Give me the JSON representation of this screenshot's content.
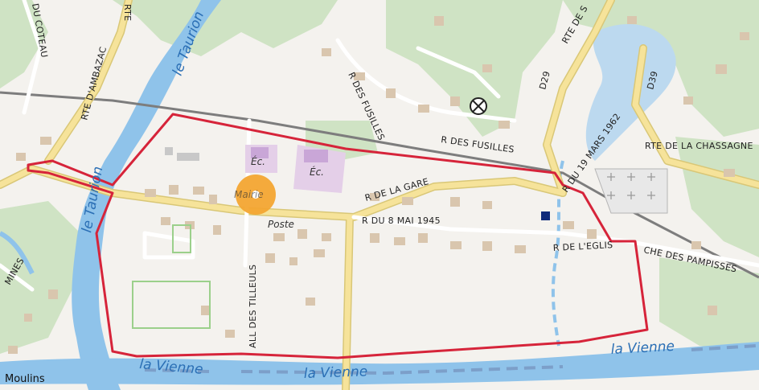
{
  "map": {
    "colors": {
      "land": "#f4f2ee",
      "forest": "#cfe3c4",
      "water": "#8fc3ea",
      "river_label": "#2b6fb5",
      "road_major": "#f6e39a",
      "road_casing": "#d9c777",
      "boundary": "#d6243a",
      "building": "#d9c6ae",
      "school_area": "#e4cfe8"
    },
    "rivers": {
      "taurion_upper": "le Taurion",
      "taurion_lower": "le Taurion",
      "vienne_1": "la Vienne",
      "vienne_2": "la Vienne",
      "vienne_3": "la Vienne"
    },
    "streets": {
      "coteau": "DU COTEAU",
      "rte_ambazac_left": "RTE D'AMBAZAC",
      "rte_top": "RTE",
      "fusilles_vertical": "R DES FUSILLES",
      "fusilles_main": "R DES FUSILLES",
      "d29": "D29",
      "rte_de_s": "RTE DE S",
      "d39": "D39",
      "chassagne": "RTE DE LA CHASSAGNE",
      "mars_1962": "R DU 19 MARS 1962",
      "gare": "R DE LA GARE",
      "mai_1945": "R DU 8 MAI 1945",
      "eglise": "R DE L'EGLIS",
      "pampisses": "CHE DES PAMPISSES",
      "tilleuls": "ALL DES TILLEULS",
      "mines": "MINES"
    },
    "pois": {
      "school_1": "Éc.",
      "school_2": "Éc.",
      "mairie": "Mairie",
      "poste": "Poste"
    },
    "places": {
      "moulins": "Moulins"
    },
    "icons": {
      "mairie_marker": "town-hall-marker",
      "crossed_circle": "crossed-circle-icon",
      "blue_square": "bus-stop-icon"
    }
  }
}
